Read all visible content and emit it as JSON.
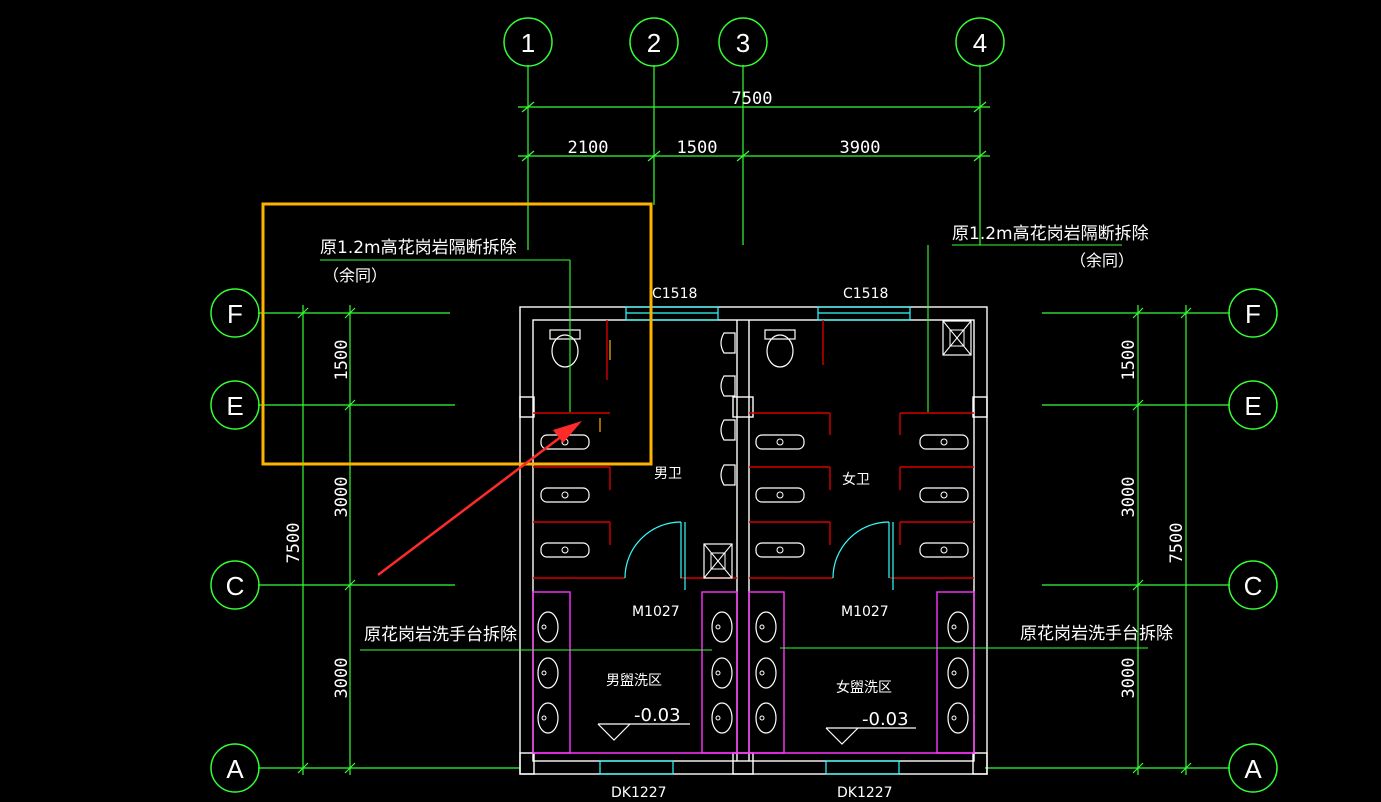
{
  "drawing": {
    "axes_top": [
      "1",
      "2",
      "3",
      "4"
    ],
    "axes_side": [
      "F",
      "E",
      "C",
      "A"
    ],
    "dims_top": {
      "total": "7500",
      "seg1": "2100",
      "seg2": "1500",
      "seg3": "3900"
    },
    "dims_left": {
      "seg_fe": "1500",
      "seg_ec": "3000",
      "seg_ca": "3000",
      "total": "7500"
    },
    "dims_right": {
      "seg_fe": "1500",
      "seg_ec": "3000",
      "seg_ca": "3000",
      "total": "7500"
    },
    "notes": {
      "partition_left": "原1.2m高花岗岩隔断拆除",
      "partition_left_sub": "（余同）",
      "partition_right": "原1.2m高花岗岩隔断拆除",
      "partition_right_sub": "（余同）",
      "basin_left": "原花岗岩洗手台拆除",
      "basin_right": "原花岗岩洗手台拆除"
    },
    "rooms": {
      "men": "男卫",
      "women": "女卫",
      "men_wash": "男盥洗区",
      "women_wash": "女盥洗区"
    },
    "tags": {
      "window_left": "C1518",
      "window_right": "C1518",
      "door_left": "M1027",
      "door_right": "M1027",
      "bottom_left": "DK1227",
      "bottom_right": "DK1227",
      "level_left": "-0.03",
      "level_right": "-0.03"
    },
    "colors": {
      "axis": "#33ff33",
      "wall": "#ffffff",
      "partition": "#d40000",
      "fixture": "#ff33ff",
      "window": "#33ffff",
      "highlight": "#ffb300",
      "arrow": "#ff2a2a"
    }
  }
}
